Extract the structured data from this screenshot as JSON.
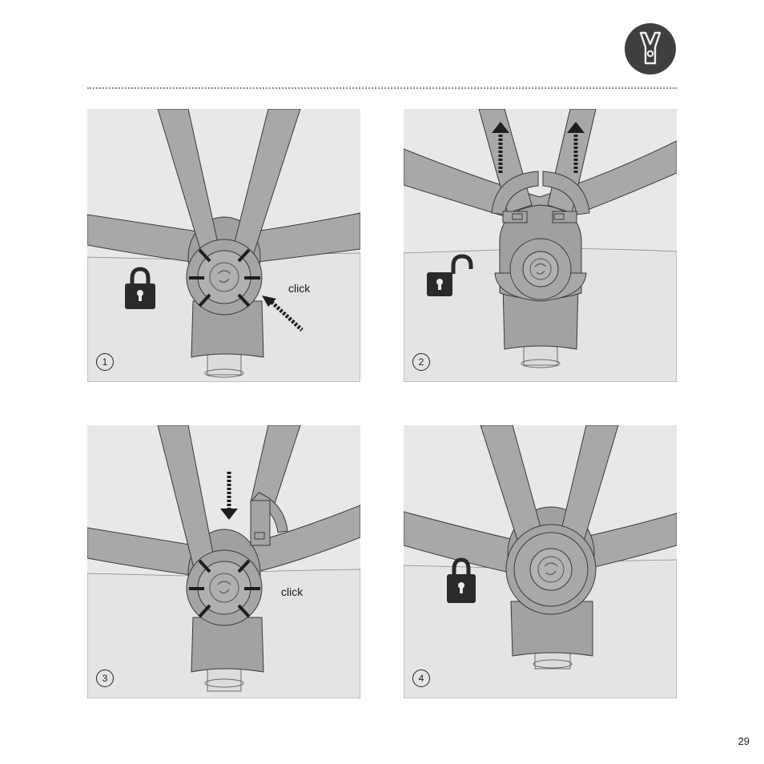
{
  "header": {
    "icon": "harness-buckle-icon"
  },
  "panels": [
    {
      "step": "1",
      "click_label": "click",
      "lock_icon": "padlock-locked-icon"
    },
    {
      "step": "2",
      "lock_icon": "padlock-unlocked-icon"
    },
    {
      "step": "3",
      "click_label": "click"
    },
    {
      "step": "4",
      "lock_icon": "padlock-locked-icon"
    }
  ],
  "footer": {
    "page_number": "29"
  },
  "colors": {
    "panel_bg": "#e8e8e8",
    "strap": "#a8a8a8",
    "buckle": "#9e9e9e",
    "outline": "#3a3a3a",
    "icon_dark": "#3a3a3a"
  }
}
